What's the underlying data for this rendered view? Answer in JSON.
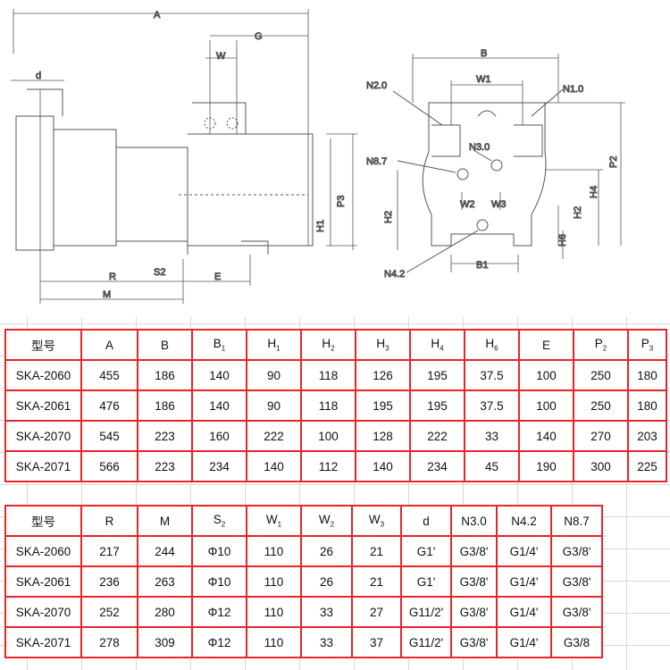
{
  "drawing": {
    "left_view": {
      "A": "A",
      "G": "G",
      "W": "W",
      "d": "d",
      "H1": "H1",
      "P3": "P3",
      "R": "R",
      "S2": "S2",
      "E": "E",
      "M": "M"
    },
    "right_view": {
      "B": "B",
      "W1": "W1",
      "N2_0": "N2.0",
      "N1_0": "N1.0",
      "N3_0": "N3.0",
      "N8_7": "N8.7",
      "W2": "W2",
      "W3": "W3",
      "H2_left": "H2",
      "H4": "H4",
      "P2": "P2",
      "H2_right": "H2",
      "H6": "H6",
      "B1": "B1",
      "N4_2": "N4.2"
    }
  },
  "table1": {
    "headers": [
      {
        "t": "型号"
      },
      {
        "t": "A"
      },
      {
        "t": "B"
      },
      {
        "t": "B",
        "s": "1"
      },
      {
        "t": "H",
        "s": "1"
      },
      {
        "t": "H",
        "s": "2"
      },
      {
        "t": "H",
        "s": "3"
      },
      {
        "t": "H",
        "s": "4"
      },
      {
        "t": "H",
        "s": "6"
      },
      {
        "t": "E"
      },
      {
        "t": "P",
        "s": "2"
      },
      {
        "t": "P",
        "s": "3"
      }
    ],
    "rows": [
      [
        "SKA-2060",
        "455",
        "186",
        "140",
        "90",
        "118",
        "126",
        "195",
        "37.5",
        "100",
        "250",
        "180"
      ],
      [
        "SKA-2061",
        "476",
        "186",
        "140",
        "90",
        "118",
        "195",
        "195",
        "37.5",
        "100",
        "250",
        "180"
      ],
      [
        "SKA-2070",
        "545",
        "223",
        "160",
        "222",
        "100",
        "128",
        "222",
        "33",
        "140",
        "270",
        "203"
      ],
      [
        "SKA-2071",
        "566",
        "223",
        "234",
        "140",
        "112",
        "140",
        "234",
        "45",
        "190",
        "300",
        "225"
      ]
    ]
  },
  "table2": {
    "headers": [
      {
        "t": "型号"
      },
      {
        "t": "R"
      },
      {
        "t": "M"
      },
      {
        "t": "S",
        "s": "2"
      },
      {
        "t": "W",
        "s": "1"
      },
      {
        "t": "W",
        "s": "2"
      },
      {
        "t": "W",
        "s": "3"
      },
      {
        "t": "d"
      },
      {
        "t": "N3.0"
      },
      {
        "t": "N4.2"
      },
      {
        "t": "N8.7"
      }
    ],
    "rows": [
      [
        "SKA-2060",
        "217",
        "244",
        "Φ10",
        "110",
        "26",
        "21",
        "G1'",
        "G3/8'",
        "G1/4'",
        "G3/8'"
      ],
      [
        "SKA-2061",
        "236",
        "263",
        "Φ10",
        "110",
        "26",
        "21",
        "G1'",
        "G3/8'",
        "G1/4'",
        "G3/8'"
      ],
      [
        "SKA-2070",
        "252",
        "280",
        "Φ12",
        "110",
        "33",
        "27",
        "G11/2'",
        "G3/8'",
        "G1/4'",
        "G3/8'"
      ],
      [
        "SKA-2071",
        "278",
        "309",
        "Φ12",
        "110",
        "33",
        "37",
        "G11/2'",
        "G3/8'",
        "G1/4'",
        "G3/8"
      ]
    ]
  }
}
